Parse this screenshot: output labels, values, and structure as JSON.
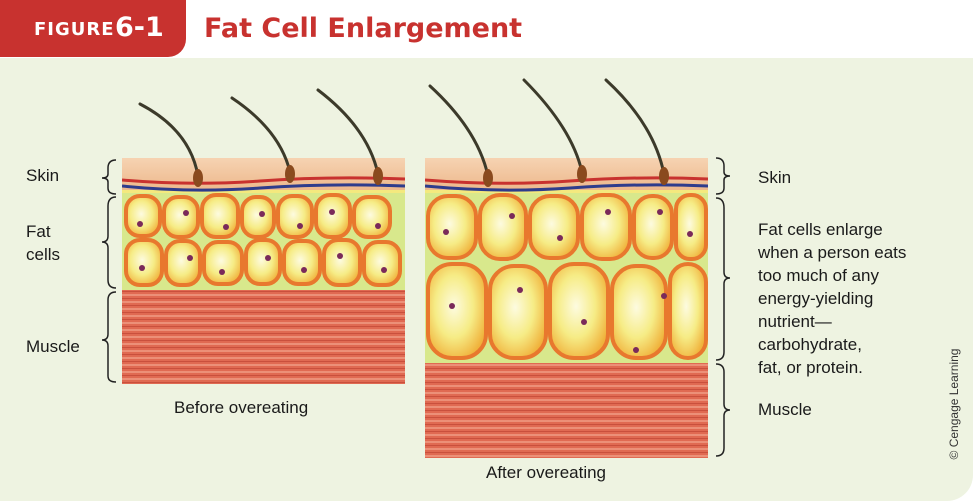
{
  "header": {
    "figure_word": "FIGURE",
    "figure_number": "6-1",
    "title": "Fat Cell Enlargement"
  },
  "before_panel": {
    "skin_label": "Skin",
    "fat_label": "Fat\ncells",
    "muscle_label": "Muscle",
    "caption": "Before overeating"
  },
  "after_panel": {
    "skin_label": "Skin",
    "fat_label": "Fat cells enlarge\nwhen a person eats\ntoo much of any\nenergy-yielding\nnutrient—\ncarbohydrate,\nfat, or protein.",
    "muscle_label": "Muscle",
    "caption": "After overeating"
  },
  "credit": "© Cengage Learning",
  "colors": {
    "accent_red": "#c8322f",
    "background": "#eef3e1",
    "skin": "#f2c6a0",
    "fat_fill": "#f4e97e",
    "fat_outline": "#e8782e",
    "muscle": "#e06a52"
  }
}
